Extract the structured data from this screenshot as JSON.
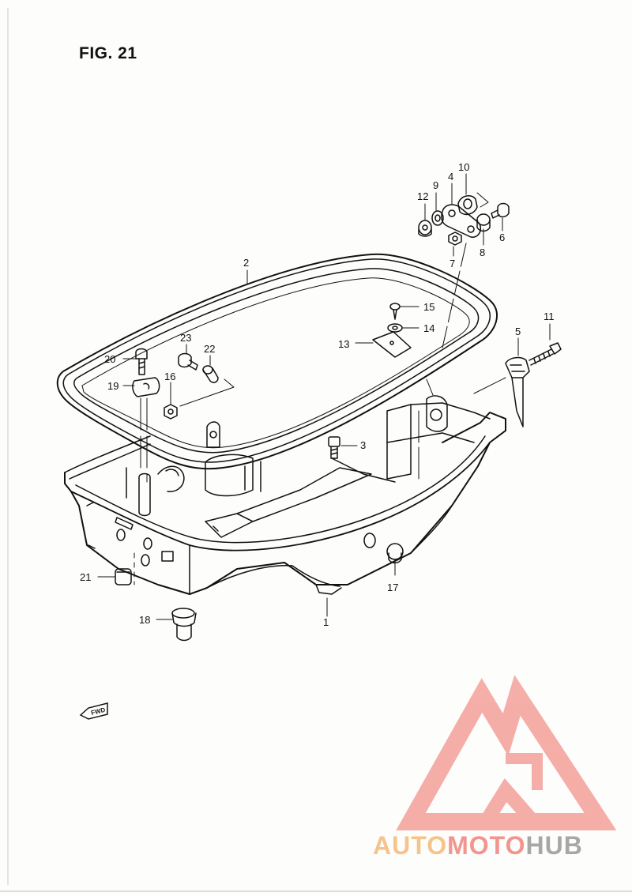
{
  "figure": {
    "title": "FIG. 21"
  },
  "fwd_label": "FWD",
  "callouts": [
    "1",
    "2",
    "3",
    "4",
    "5",
    "6",
    "7",
    "8",
    "9",
    "10",
    "11",
    "12",
    "13",
    "14",
    "15",
    "16",
    "17",
    "18",
    "19",
    "20",
    "21",
    "22",
    "23"
  ],
  "watermark": {
    "part1": "AUTO",
    "part2": "MOTO",
    "part3": "HUB",
    "colors": {
      "auto": "#f6c48a",
      "moto": "#f2958f",
      "hub": "#a7a7a7",
      "logo": "#f4a09a"
    }
  }
}
